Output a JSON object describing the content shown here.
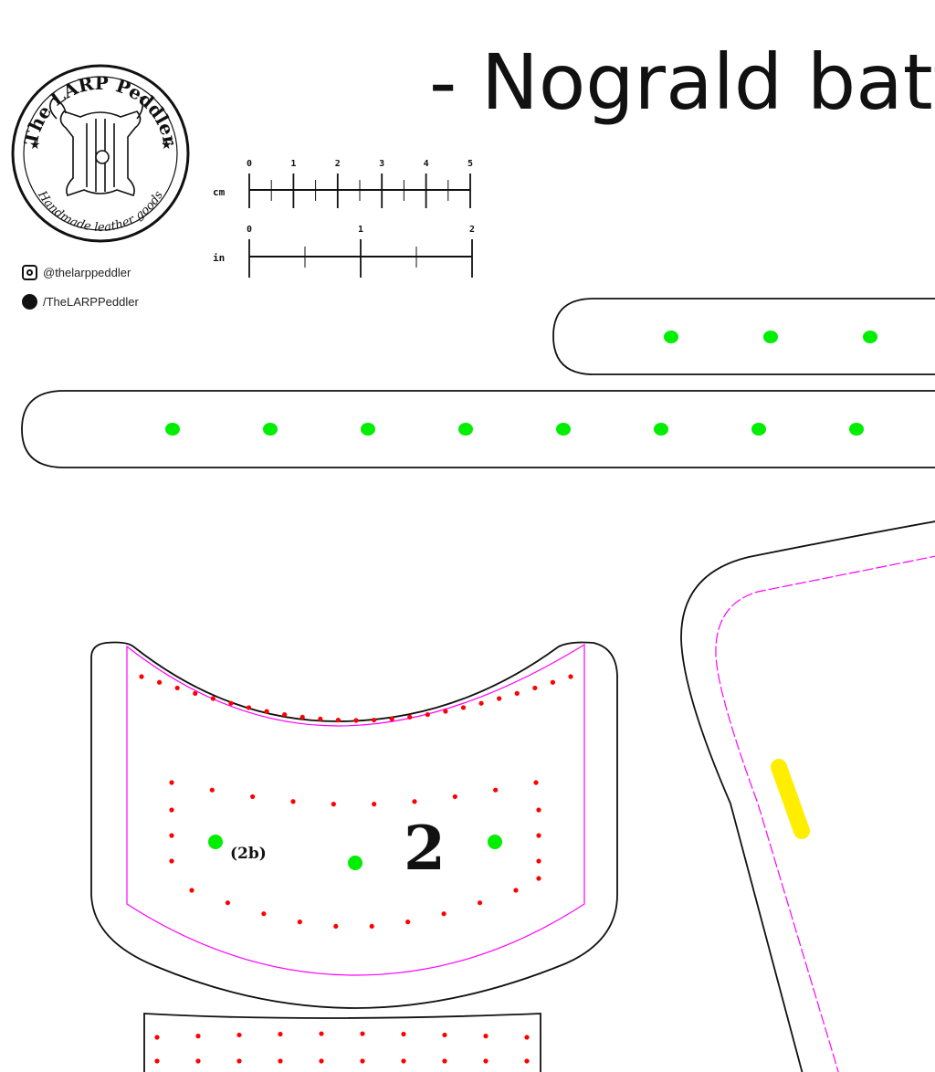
{
  "document": {
    "title": "- Nograld batt",
    "logo": {
      "brand": "The LARP Peddler",
      "tagline": "Handmade leather goods"
    },
    "social": [
      {
        "icon": "instagram-icon",
        "handle": "@thelarppeddler"
      },
      {
        "icon": "facebook-icon",
        "handle": "/TheLARPPeddler"
      }
    ],
    "scale": {
      "cm_label": "cm",
      "cm_ticks": [
        "0",
        "1",
        "2",
        "3",
        "4",
        "5"
      ],
      "in_label": "in",
      "in_ticks": [
        "0",
        "1",
        "2"
      ]
    },
    "piece": {
      "number": "2",
      "sub_label": "(2b)"
    },
    "colors": {
      "outline": "#111111",
      "stitch_line": "#ff00ff",
      "stitch_holes": "#ff0000",
      "rivet_holes": "#00ee00",
      "highlight": "#ffee00"
    }
  }
}
